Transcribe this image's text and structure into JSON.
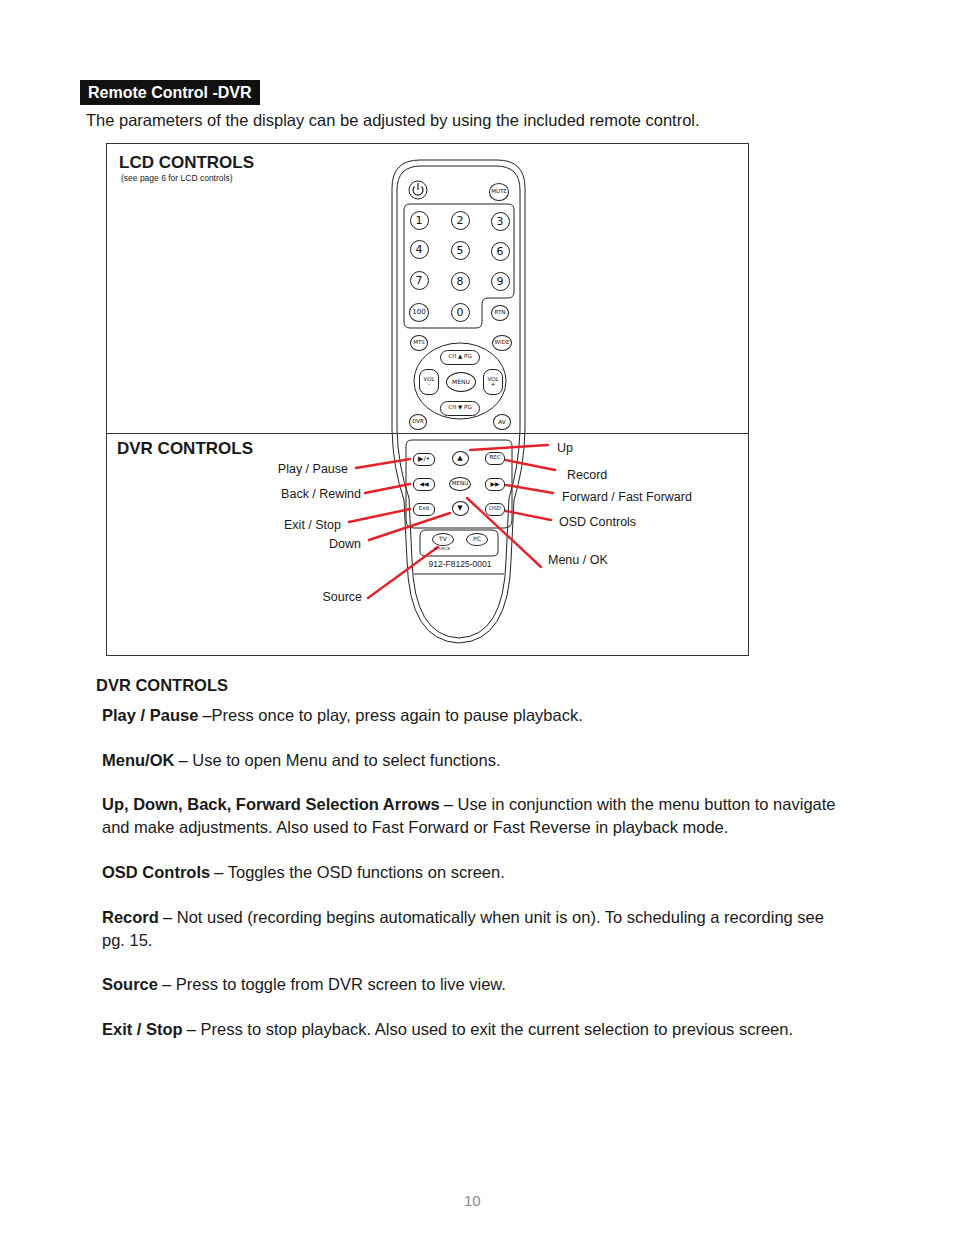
{
  "diagram": {
    "title": "Remote Control -DVR",
    "nodes": [
      {
        "text": [
          "LCD CONTROLS",
          "(see page 6 for LCD controls)"
        ]
      },
      {
        "text": [
          "DVR CONTROLS"
        ]
      },
      {
        "text": [
          "MUTE"
        ],
        "in": 0
      },
      {
        "text": [
          "1"
        ],
        "in": 0
      },
      {
        "text": [
          "2"
        ],
        "in": 0
      },
      {
        "text": [
          "3"
        ],
        "in": 0
      },
      {
        "text": [
          "4"
        ],
        "in": 0
      },
      {
        "text": [
          "5"
        ],
        "in": 0
      },
      {
        "text": [
          "6"
        ],
        "in": 0
      },
      {
        "text": [
          "7"
        ],
        "in": 0
      },
      {
        "text": [
          "8"
        ],
        "in": 0
      },
      {
        "text": [
          "9"
        ],
        "in": 0
      },
      {
        "text": [
          "100"
        ],
        "in": 0
      },
      {
        "text": [
          "0"
        ],
        "in": 0
      },
      {
        "text": [
          "RTN"
        ],
        "in": 0
      },
      {
        "text": [
          "MTS"
        ],
        "in": 0
      },
      {
        "text": [
          "WIDE"
        ],
        "in": 0
      },
      {
        "text": [
          "CH ▲ PG"
        ],
        "in": 0
      },
      {
        "text": [
          "VOL",
          "-"
        ],
        "in": 0
      },
      {
        "text": [
          "MENU"
        ],
        "in": 0
      },
      {
        "text": [
          "VOL",
          "+"
        ],
        "in": 0
      },
      {
        "text": [
          "CH ▼ PG"
        ],
        "in": 0
      },
      {
        "text": [
          "DVR"
        ],
        "in": 0
      },
      {
        "text": [
          "AV"
        ],
        "in": 0
      },
      {
        "text": [
          "▶/•"
        ],
        "in": 1
      },
      {
        "text": [
          "▲"
        ],
        "in": 1
      },
      {
        "text": [
          "REC"
        ],
        "in": 1
      },
      {
        "text": [
          "◀◀"
        ],
        "in": 1
      },
      {
        "text": [
          "MENU"
        ],
        "in": 1
      },
      {
        "text": [
          "▶▶"
        ],
        "in": 1
      },
      {
        "text": [
          "Exit"
        ],
        "in": 1
      },
      {
        "text": [
          "▼"
        ],
        "in": 1
      },
      {
        "text": [
          "OSD"
        ],
        "in": 1
      },
      {
        "text": [
          "TV"
        ],
        "in": 1
      },
      {
        "text": [
          "PC"
        ],
        "in": 1
      }
    ],
    "labels": [
      "The parameters of the display can be adjusted by using the included remote control.",
      "Up",
      "Play / Pause",
      "Record",
      "Back / Rewind",
      "Forward / Fast Forward",
      "Exit / Stop",
      "OSD Controls",
      "Down",
      "SOURCE",
      "912-F8125-0001",
      "Menu / OK",
      "Source",
      "DVR CONTROLS",
      "Play / Pause",
      "–Press once to play, press again to pause playback.",
      "Menu/OK",
      "– Use to open Menu and to select functions.",
      "Up, Down, Back, Forward Selection Arrows",
      "– Use in conjunction with the menu button to navigate and make adjustments. Also used to Fast Forward or Fast Reverse in playback mode.",
      "OSD Controls",
      "– Toggles the OSD functions on screen.",
      "Record",
      "– Not used (recording begins automatically when unit is on). To scheduling a recording see pg. 15.",
      "Source",
      "– Press to toggle from DVR screen to live view.",
      "Exit / Stop",
      "– Press to stop playback. Also used to exit the current selection to previous screen.",
      "10"
    ]
  }
}
